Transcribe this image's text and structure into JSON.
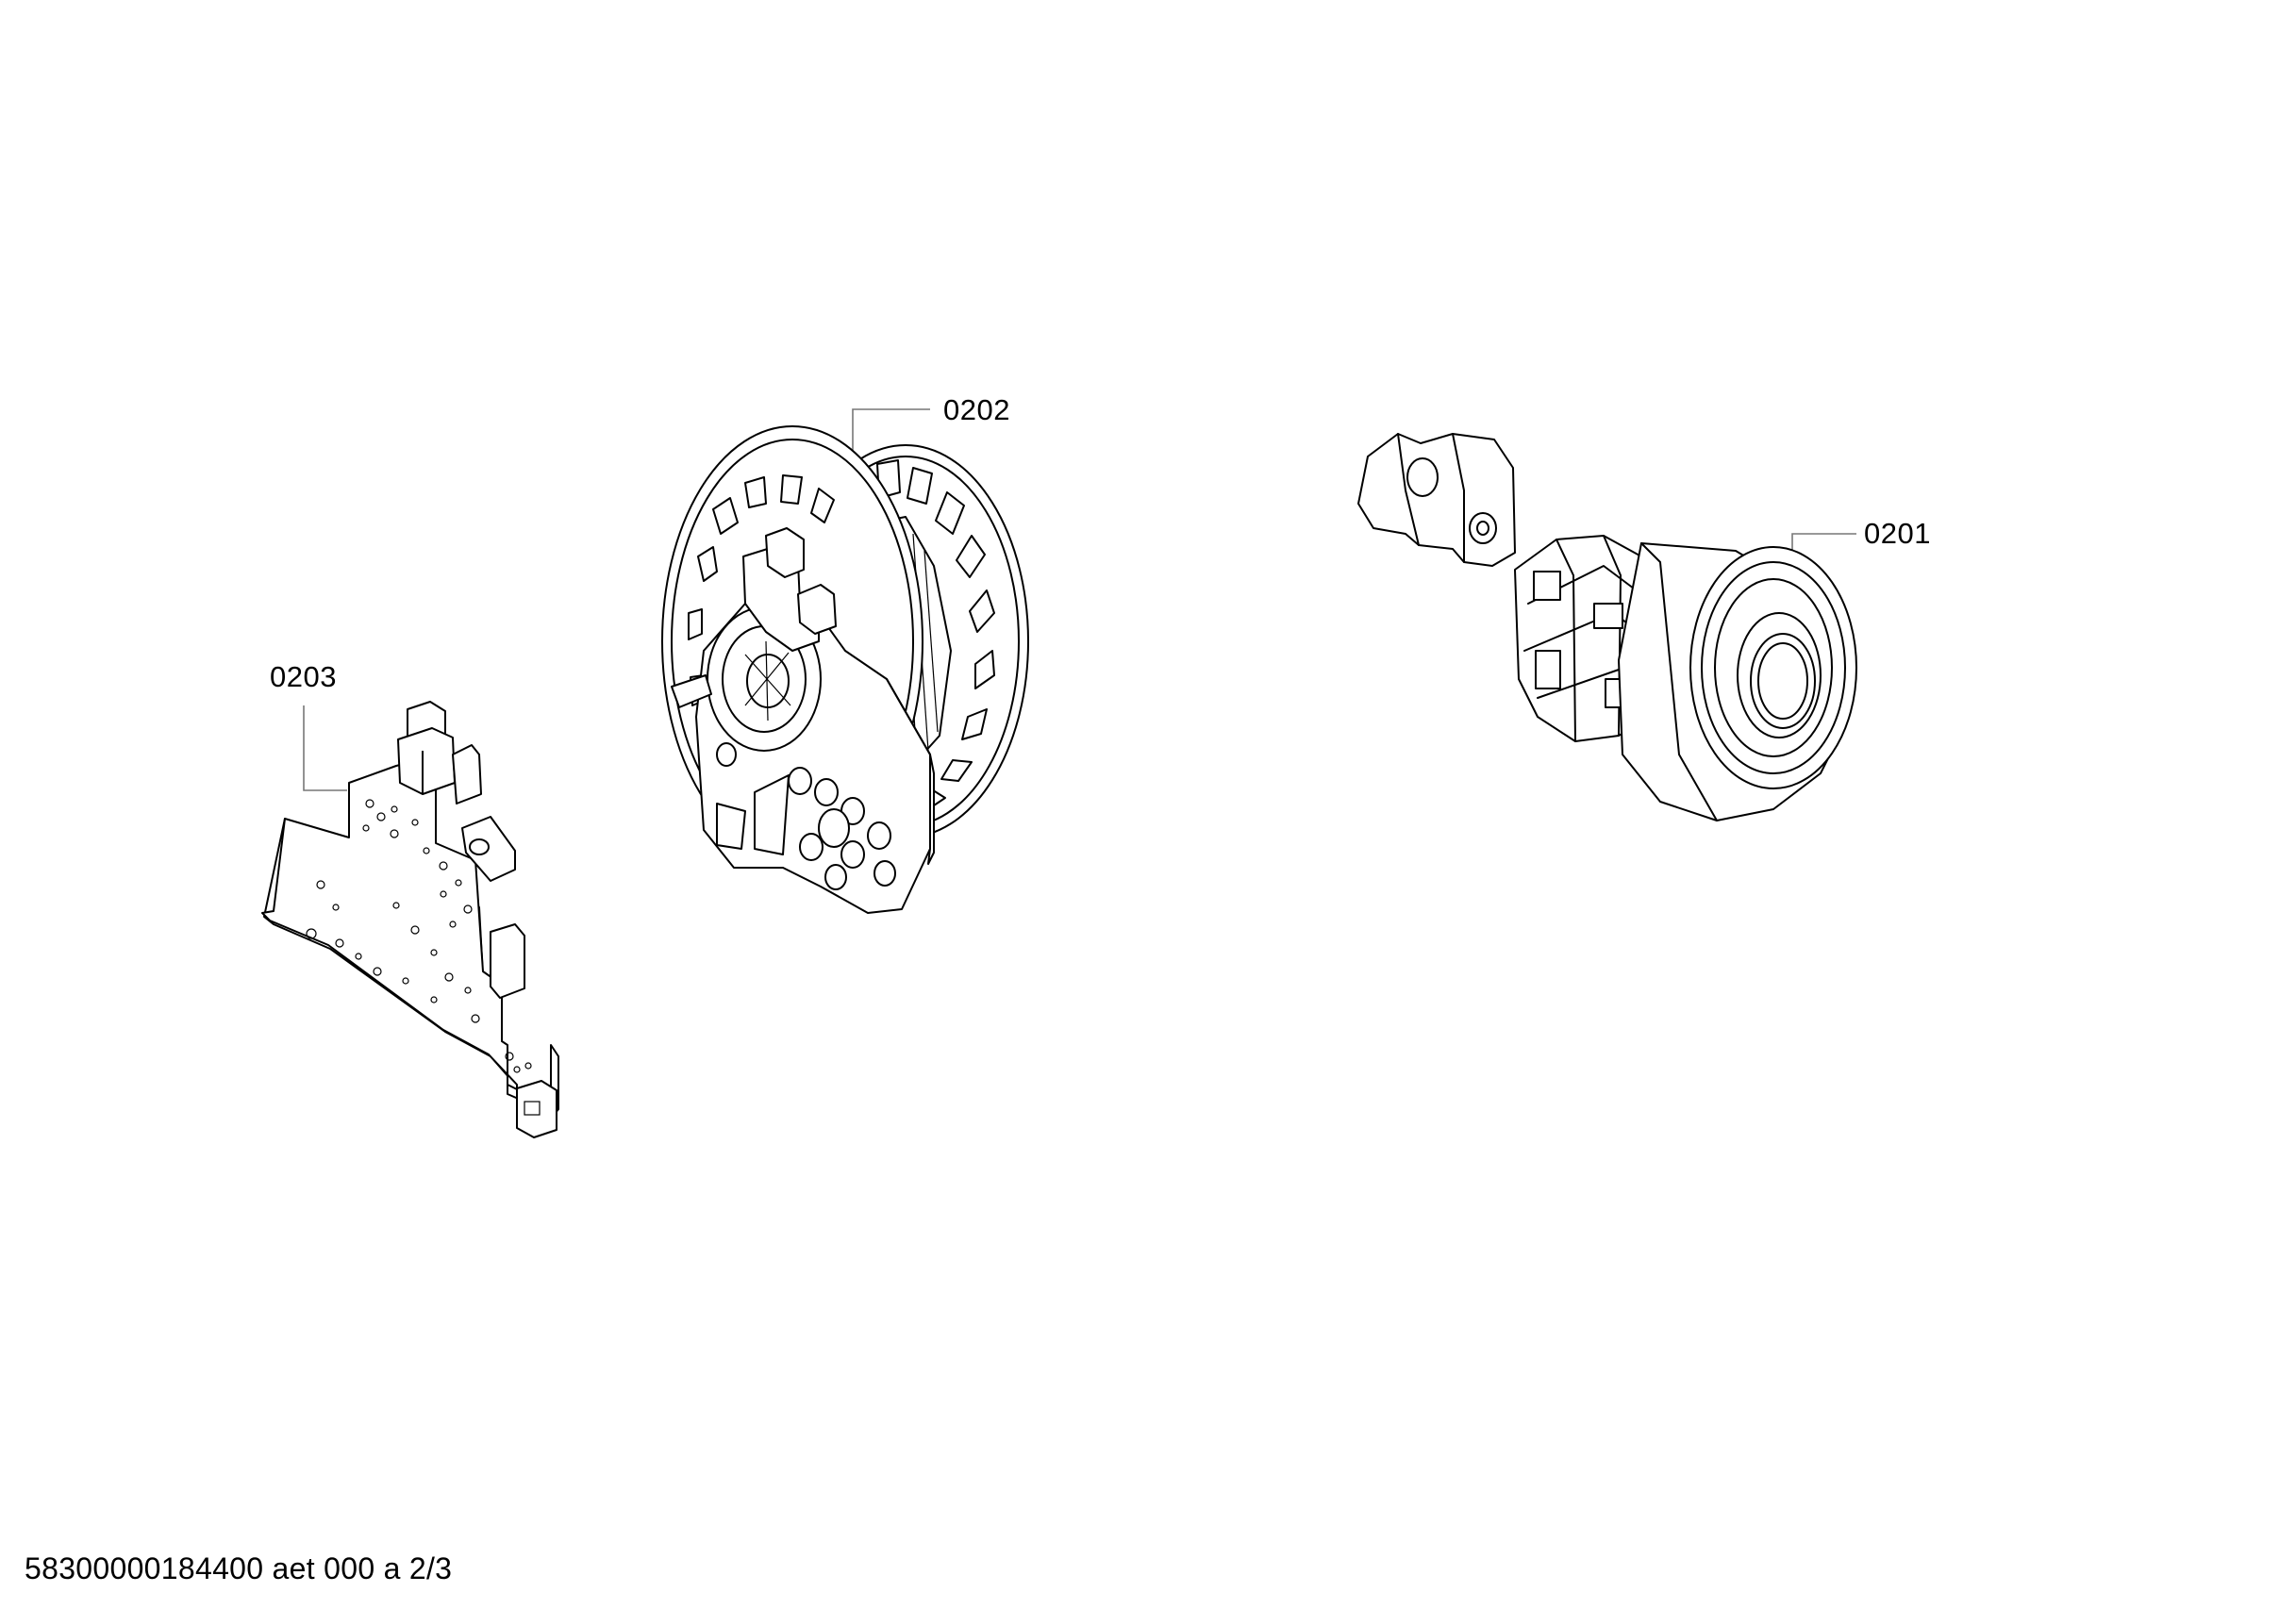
{
  "callouts": {
    "part_0201": "0201",
    "part_0202": "0202",
    "part_0203": "0203"
  },
  "footer": {
    "document_ref": "58300000184400 aet 000 a 2/3"
  },
  "parts": [
    {
      "label": "0201",
      "icon": "motor-icon"
    },
    {
      "label": "0202",
      "icon": "cable-reel-icon"
    },
    {
      "label": "0203",
      "icon": "circuit-board-icon"
    }
  ]
}
